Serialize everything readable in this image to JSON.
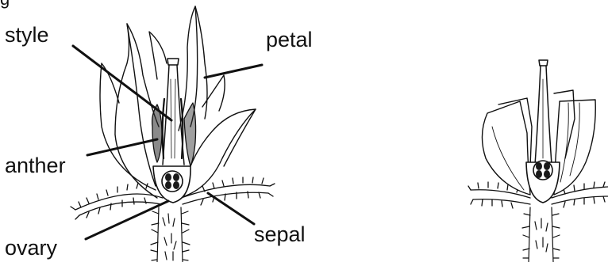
{
  "labels": {
    "top_fragment": "g",
    "style": "style",
    "petal": "petal",
    "anther": "anther",
    "sepal": "sepal",
    "ovary": "ovary"
  },
  "colors": {
    "ink": "#111111",
    "background": "#ffffff",
    "ovary_fill": "#1a1a1a"
  }
}
